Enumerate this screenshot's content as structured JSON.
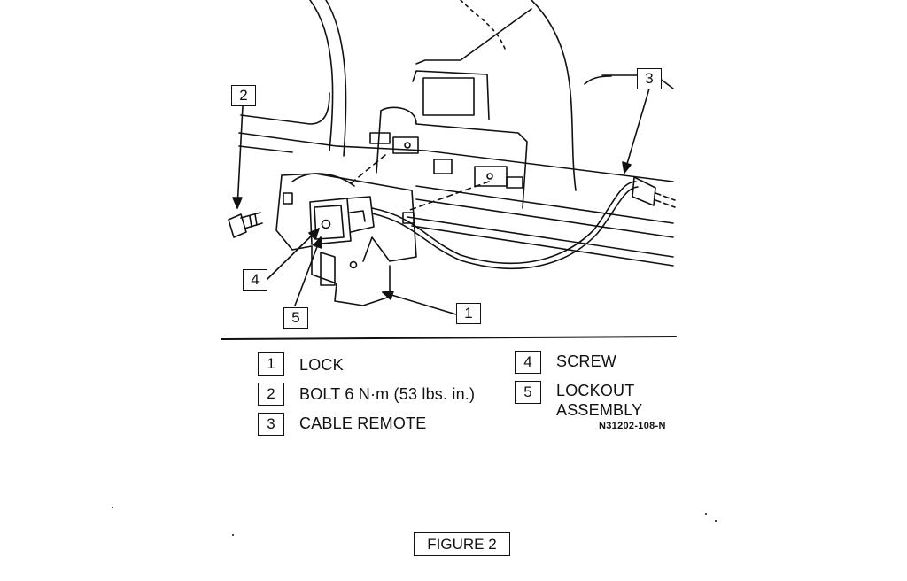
{
  "callouts": [
    "1",
    "2",
    "3",
    "4",
    "5"
  ],
  "legend": [
    {
      "num": "1",
      "text": "LOCK"
    },
    {
      "num": "2",
      "text": "BOLT 6 N·m (53 lbs. in.)"
    },
    {
      "num": "3",
      "text": "CABLE REMOTE"
    },
    {
      "num": "4",
      "text": "SCREW"
    },
    {
      "num": "5",
      "text": "LOCKOUT",
      "text2": "ASSEMBLY"
    }
  ],
  "drawing_code": "N31202-108-N",
  "figure_label": "FIGURE 2"
}
